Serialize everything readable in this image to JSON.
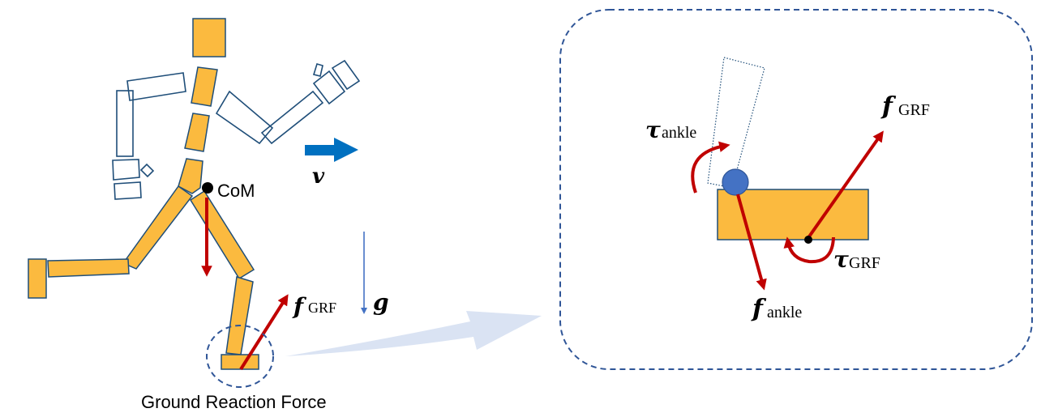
{
  "title": "Running figure with ground reaction force and ankle torque free-body diagram",
  "labels": {
    "com": "CoM",
    "velocity_symbol": "v",
    "gravity_symbol": "g",
    "force_symbol": "f",
    "torque_symbol": "τ",
    "grf_subscript": "GRF",
    "ankle_subscript": "ankle",
    "caption": "Ground Reaction Force"
  },
  "colors": {
    "body_segment": "#FBBA3F",
    "segment_outline": "#1F4E79",
    "force_arrow": "#C00000",
    "velocity_arrow": "#0070C0",
    "gravity_arrow": "#4472C4",
    "ankle_joint": "#4472C4",
    "zoom_arrow": "#DAE3F3",
    "dashed_border": "#2F5597"
  }
}
